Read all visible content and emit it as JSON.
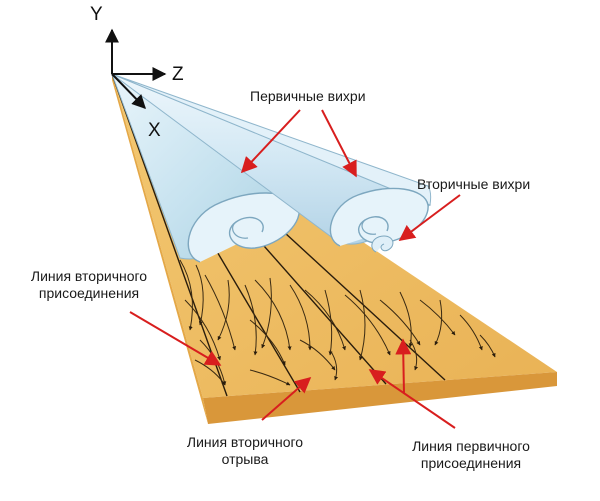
{
  "axes": {
    "y": "Y",
    "z": "Z",
    "x": "X"
  },
  "labels": {
    "primary_vortices": "Первичные вихри",
    "secondary_vortices": "Вторичные вихри",
    "secondary_attachment_line_1": "Линия вторичного",
    "secondary_attachment_line_2": "присоединения",
    "secondary_separation_line_1": "Линия вторичного",
    "secondary_separation_line_2": "отрыва",
    "primary_attachment_line_1": "Линия первичного",
    "primary_attachment_line_2": "присоединения"
  },
  "colors": {
    "wing_top": "#eebd5e",
    "wing_edge": "#d9973a",
    "vortex_fill": "#cfe6f3",
    "vortex_edge": "#8fb6cc",
    "arrow": "#d81e1e",
    "streamline": "#3a2a12"
  }
}
